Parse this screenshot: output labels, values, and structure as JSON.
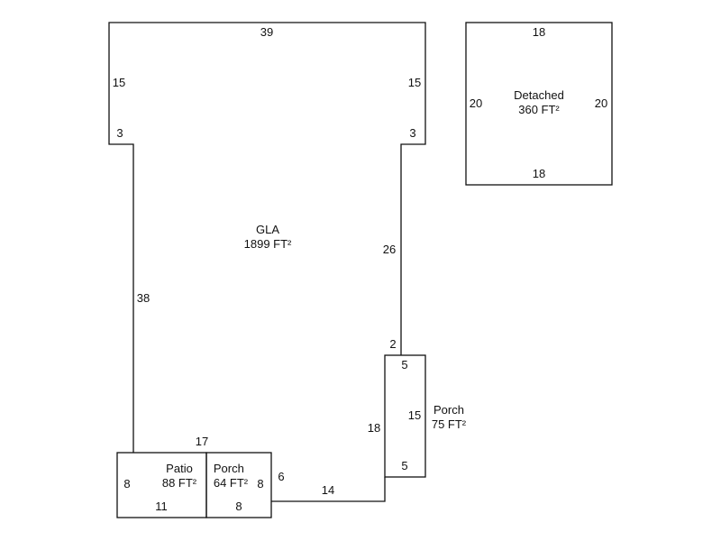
{
  "areas": {
    "gla": {
      "name": "GLA",
      "area": "1899 FT²"
    },
    "detached": {
      "name": "Detached",
      "area": "360 FT²"
    },
    "porch_right": {
      "name": "Porch",
      "area": "75 FT²"
    },
    "patio": {
      "name": "Patio",
      "area": "88 FT²"
    },
    "porch_bottom": {
      "name": "Porch",
      "area": "64 FT²"
    }
  },
  "dimensions": {
    "gla_top": "39",
    "gla_left_upper": "15",
    "gla_right_upper": "15",
    "gla_left_step": "3",
    "gla_right_step": "3",
    "gla_left": "38",
    "gla_right": "26",
    "gla_right_step2": "2",
    "gla_right_lower": "18",
    "gla_bottom_right": "14",
    "gla_bottom_small": "6",
    "gla_bottom_left": "17",
    "detached_top": "18",
    "detached_bottom": "18",
    "detached_left": "20",
    "detached_right": "20",
    "porch_right_top": "5",
    "porch_right_bottom": "5",
    "porch_right_side": "15",
    "patio_left": "8",
    "patio_bottom": "11",
    "porch_bottom_right": "8",
    "porch_bottom_bottom": "8"
  }
}
